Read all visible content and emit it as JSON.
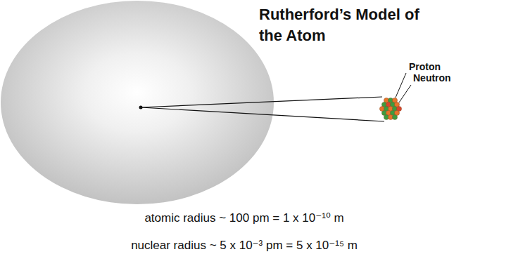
{
  "diagram": {
    "title": "Rutherford’s Model of the Atom",
    "labels": [
      "Proton",
      "Neutron",
      "atomic radius ~ 100 pm = 1 x 10⁻¹⁰ m",
      "nuclear radius ~ 5 x 10⁻³ pm = 5 x 10⁻¹⁵ m"
    ]
  }
}
